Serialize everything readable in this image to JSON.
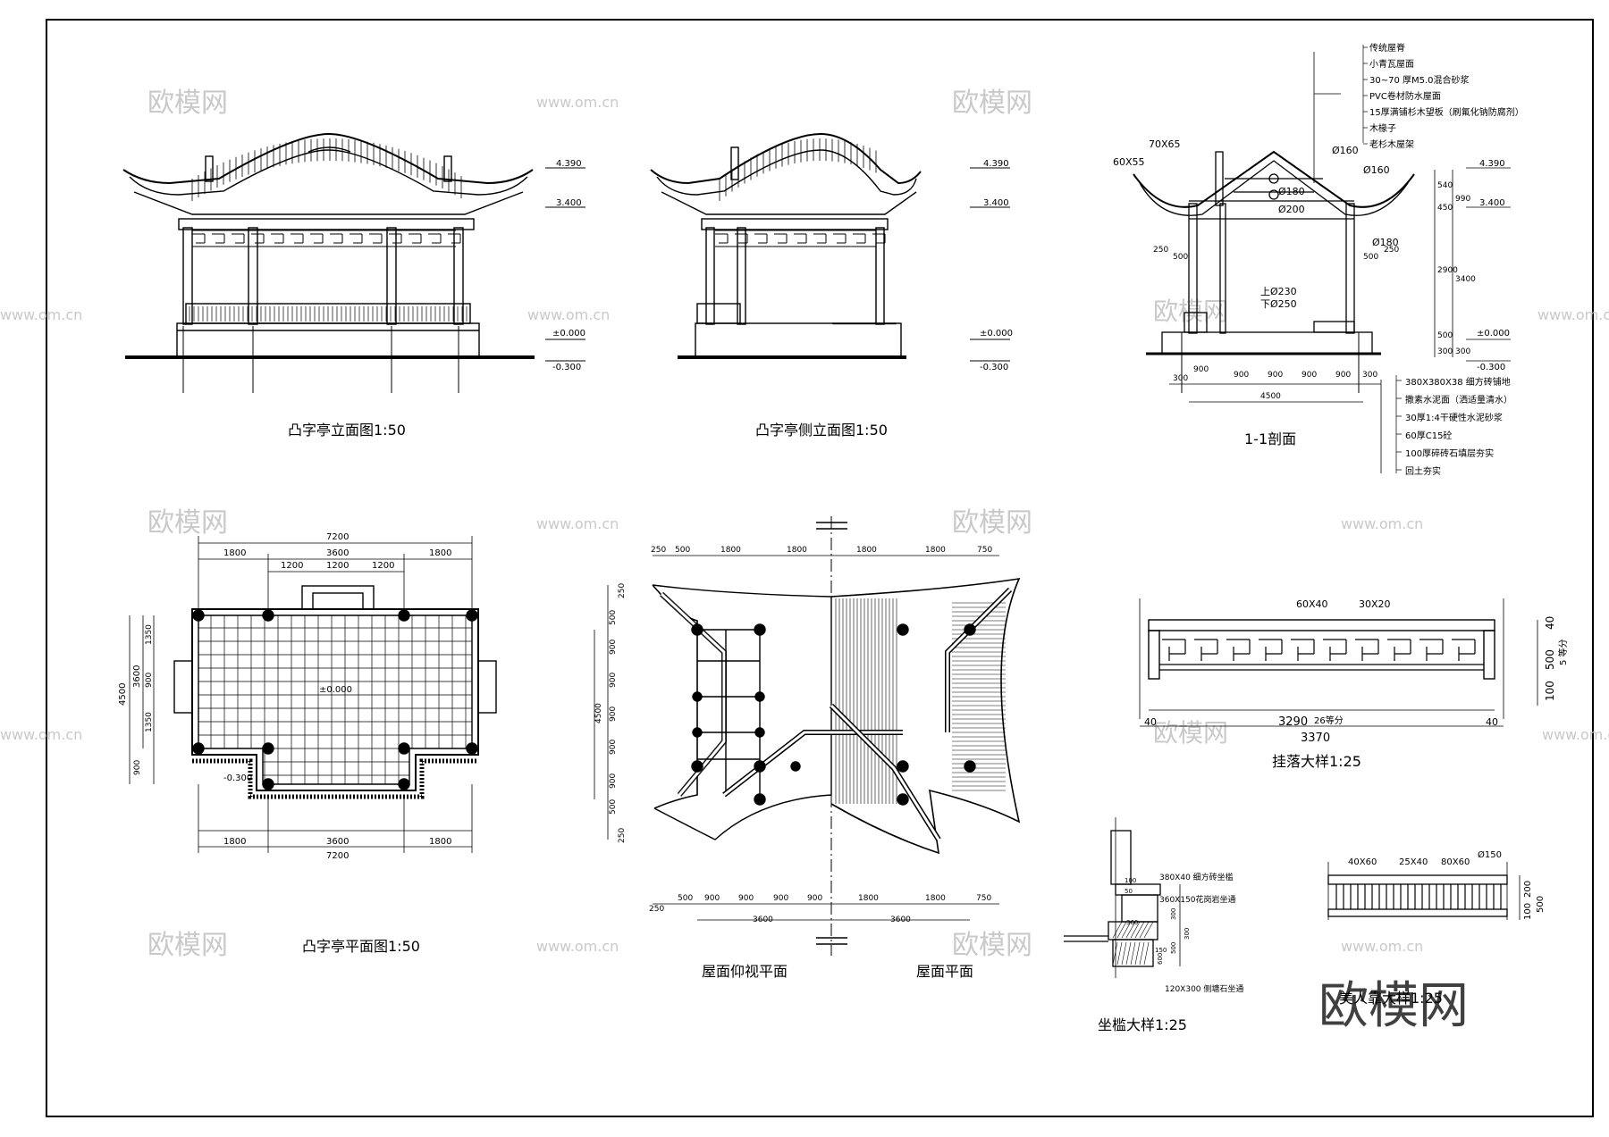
{
  "titles": {
    "front_elevation": "凸字亭立面图1:50",
    "side_elevation": "凸字亭侧立面图1:50",
    "section": "1-1剖面",
    "plan": "凸字亭平面图1:50",
    "ceiling_plan": "屋面仰视平面",
    "roof_plan": "屋面平面",
    "hanging_detail": "挂落大样1:25",
    "seat_detail": "坐槛大样1:25",
    "rail_detail": "美人靠大样1:25"
  },
  "levels": {
    "ridge": "4.390",
    "eave": "3.400",
    "floor": "±0.000",
    "ground": "-0.300"
  },
  "roof_layers": [
    "传统屋脊",
    "小青瓦屋面",
    "30~70 厚M5.0混合砂浆",
    "PVC卷材防水屋面",
    "15厚满铺杉木望板（刷氟化钠防腐剂）",
    "木椽子",
    "老杉木屋架"
  ],
  "floor_layers": [
    "380X380X38 细方砖铺地",
    "撒素水泥面（洒适量清水）",
    "30厚1:4干硬性水泥砂浆",
    "60厚C15砼",
    "100厚碎砖石填层夯实",
    "回土夯实"
  ],
  "section_labels": {
    "rafter_a": "60X55",
    "rafter_b": "70X65",
    "d160a": "Ø160",
    "d160b": "Ø160",
    "d180a": "Ø180",
    "d200": "Ø200",
    "d180b": "Ø180",
    "col_top": "上Ø230",
    "col_bot": "下Ø250",
    "d250a": "250",
    "d500a": "500",
    "d500b": "500",
    "d250b": "250",
    "v540": "540",
    "v450": "450",
    "v990": "990",
    "v2900": "2900",
    "v3400": "3400",
    "v500": "500",
    "v300a": "300",
    "v300b": "300",
    "h300a": "300",
    "h900a": "900",
    "h900b": "900",
    "h900c": "900",
    "h900d": "900",
    "h900e": "900",
    "h300b": "300",
    "h4500": "4500"
  },
  "plan_dims": {
    "top_total": "7200",
    "top_segments": [
      "1800",
      "3600",
      "1800"
    ],
    "top_inner": [
      "1200",
      "1200",
      "1200"
    ],
    "bottom_segments": [
      "1800",
      "3600",
      "1800"
    ],
    "bottom_total": "7200",
    "left_total": "4500",
    "left_mid": "3600",
    "left_segments": [
      "1350",
      "900",
      "1350",
      "900"
    ],
    "floor_level": "±0.000",
    "ground_level": "-0.300"
  },
  "roof_dims": {
    "top": [
      "250",
      "500",
      "1800",
      "1800",
      "1800",
      "1800",
      "750"
    ],
    "left": [
      "250",
      "500",
      "900",
      "900",
      "900",
      "900",
      "900",
      "500",
      "250"
    ],
    "left_total": "4500",
    "bottom": [
      "250",
      "500",
      "900",
      "900",
      "900",
      "900",
      "1800",
      "1800",
      "750"
    ],
    "bottom_totals": [
      "3600",
      "3600"
    ]
  },
  "hanging_dims": {
    "frame": "60X40",
    "lattice": "30X20",
    "d40a": "40",
    "d40b": "40",
    "span": "3290",
    "span_note": "26等分",
    "total": "3370",
    "v40": "40",
    "v500": "500",
    "v_div": "5 等分",
    "v100": "100"
  },
  "seat_labels": [
    "380X40 细方砖坐槛",
    "360X150花岗岩坐通",
    "120X300 侧塘石坐通"
  ],
  "seat_dims": {
    "a": "100",
    "b": "50",
    "c": "360",
    "d": "300",
    "e": "150",
    "f": "500",
    "g": "300",
    "h": "600"
  },
  "rail_labels": {
    "a": "40X60",
    "b": "25X40",
    "c": "80X60",
    "d": "Ø150",
    "h1": "200",
    "h2": "100",
    "h3": "500"
  },
  "watermark_small": "欧模网",
  "watermark_url": "www.om.cn",
  "watermark_big": "欧模网"
}
